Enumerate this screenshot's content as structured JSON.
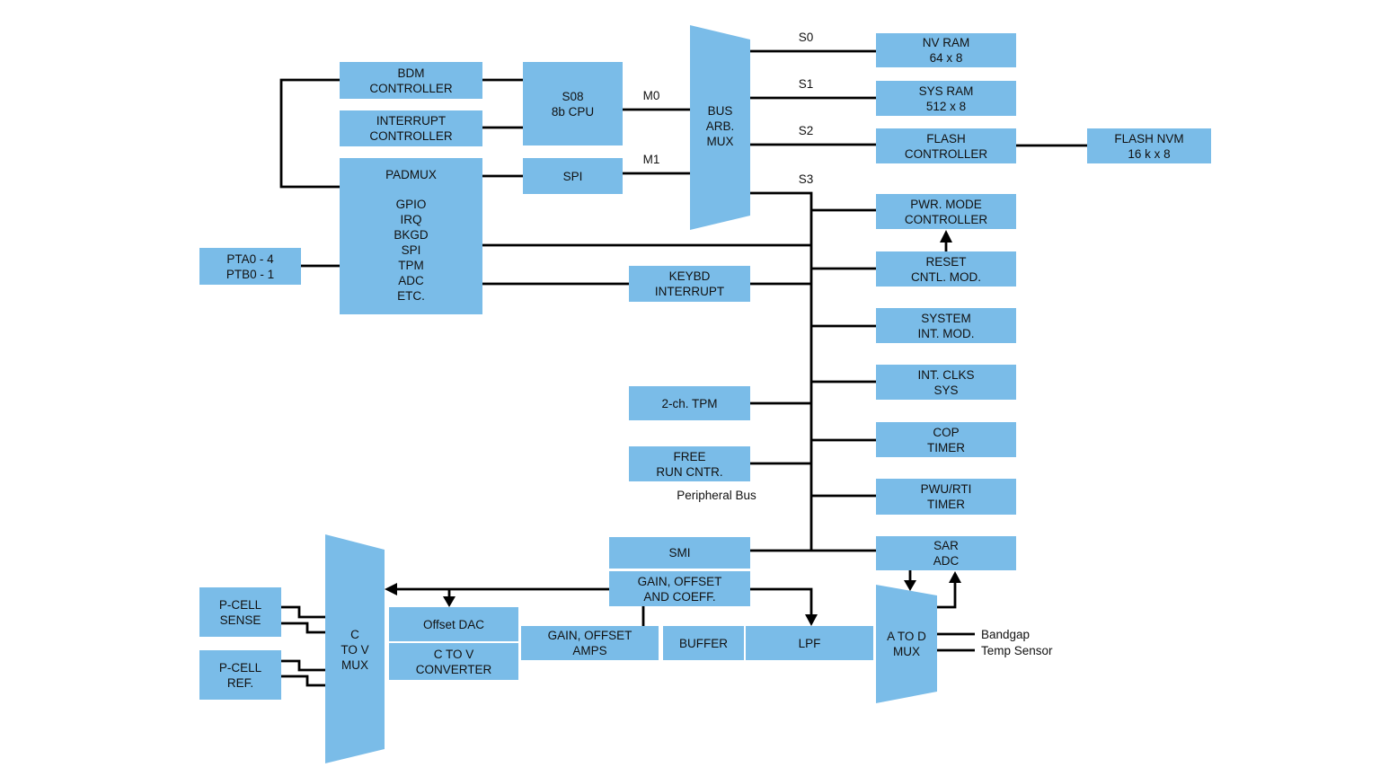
{
  "nodes": {
    "bdm_controller": "BDM\nCONTROLLER",
    "interrupt_controller": "INTERRUPT\nCONTROLLER",
    "s08_cpu": "S08\n8b CPU",
    "spi": "SPI",
    "padmux": {
      "title": "PADMUX",
      "list": "GPIO\nIRQ\nBKGD\nSPI\nTPM\nADC\nETC."
    },
    "pta_ptb": "PTA0 - 4\nPTB0 - 1",
    "bus_arb_mux": "BUS\nARB.\nMUX",
    "nv_ram": "NV RAM\n64 x 8",
    "sys_ram": "SYS RAM\n512 x 8",
    "flash_controller": "FLASH\nCONTROLLER",
    "flash_nvm": "FLASH NVM\n16 k x 8",
    "pwr_mode_controller": "PWR. MODE\nCONTROLLER",
    "reset_cntl_mod": "RESET\nCNTL. MOD.",
    "system_int_mod": "SYSTEM\nINT. MOD.",
    "int_clks_sys": "INT. CLKS\nSYS",
    "cop_timer": "COP\nTIMER",
    "pwu_rti_timer": "PWU/RTI\nTIMER",
    "sar_adc": "SAR\nADC",
    "keybd_interrupt": "KEYBD\nINTERRUPT",
    "two_ch_tpm": "2-ch. TPM",
    "free_run_cntr": "FREE\nRUN CNTR.",
    "smi": "SMI",
    "gain_offset_coeff": "GAIN, OFFSET\nAND COEFF.",
    "gain_offset_amps": "GAIN, OFFSET\nAMPS",
    "buffer": "BUFFER",
    "lpf": "LPF",
    "p_cell_sense": "P-CELL\nSENSE",
    "p_cell_ref": "P-CELL\nREF.",
    "c_to_v_mux": "C\nTO V\nMUX",
    "offset_dac": "Offset DAC",
    "c_to_v_converter": "C TO V\nCONVERTER",
    "a_to_d_mux": "A TO D\nMUX"
  },
  "wire_labels": {
    "m0": "M0",
    "m1": "M1",
    "s0": "S0",
    "s1": "S1",
    "s2": "S2",
    "s3": "S3"
  },
  "annotations": {
    "peripheral_bus": "Peripheral Bus",
    "bandgap": "Bandgap",
    "temp_sensor": "Temp Sensor"
  },
  "colors": {
    "block_fill": "#7ABCE8",
    "wire": "#000000",
    "text": "#111111",
    "background": "#FFFFFF"
  }
}
